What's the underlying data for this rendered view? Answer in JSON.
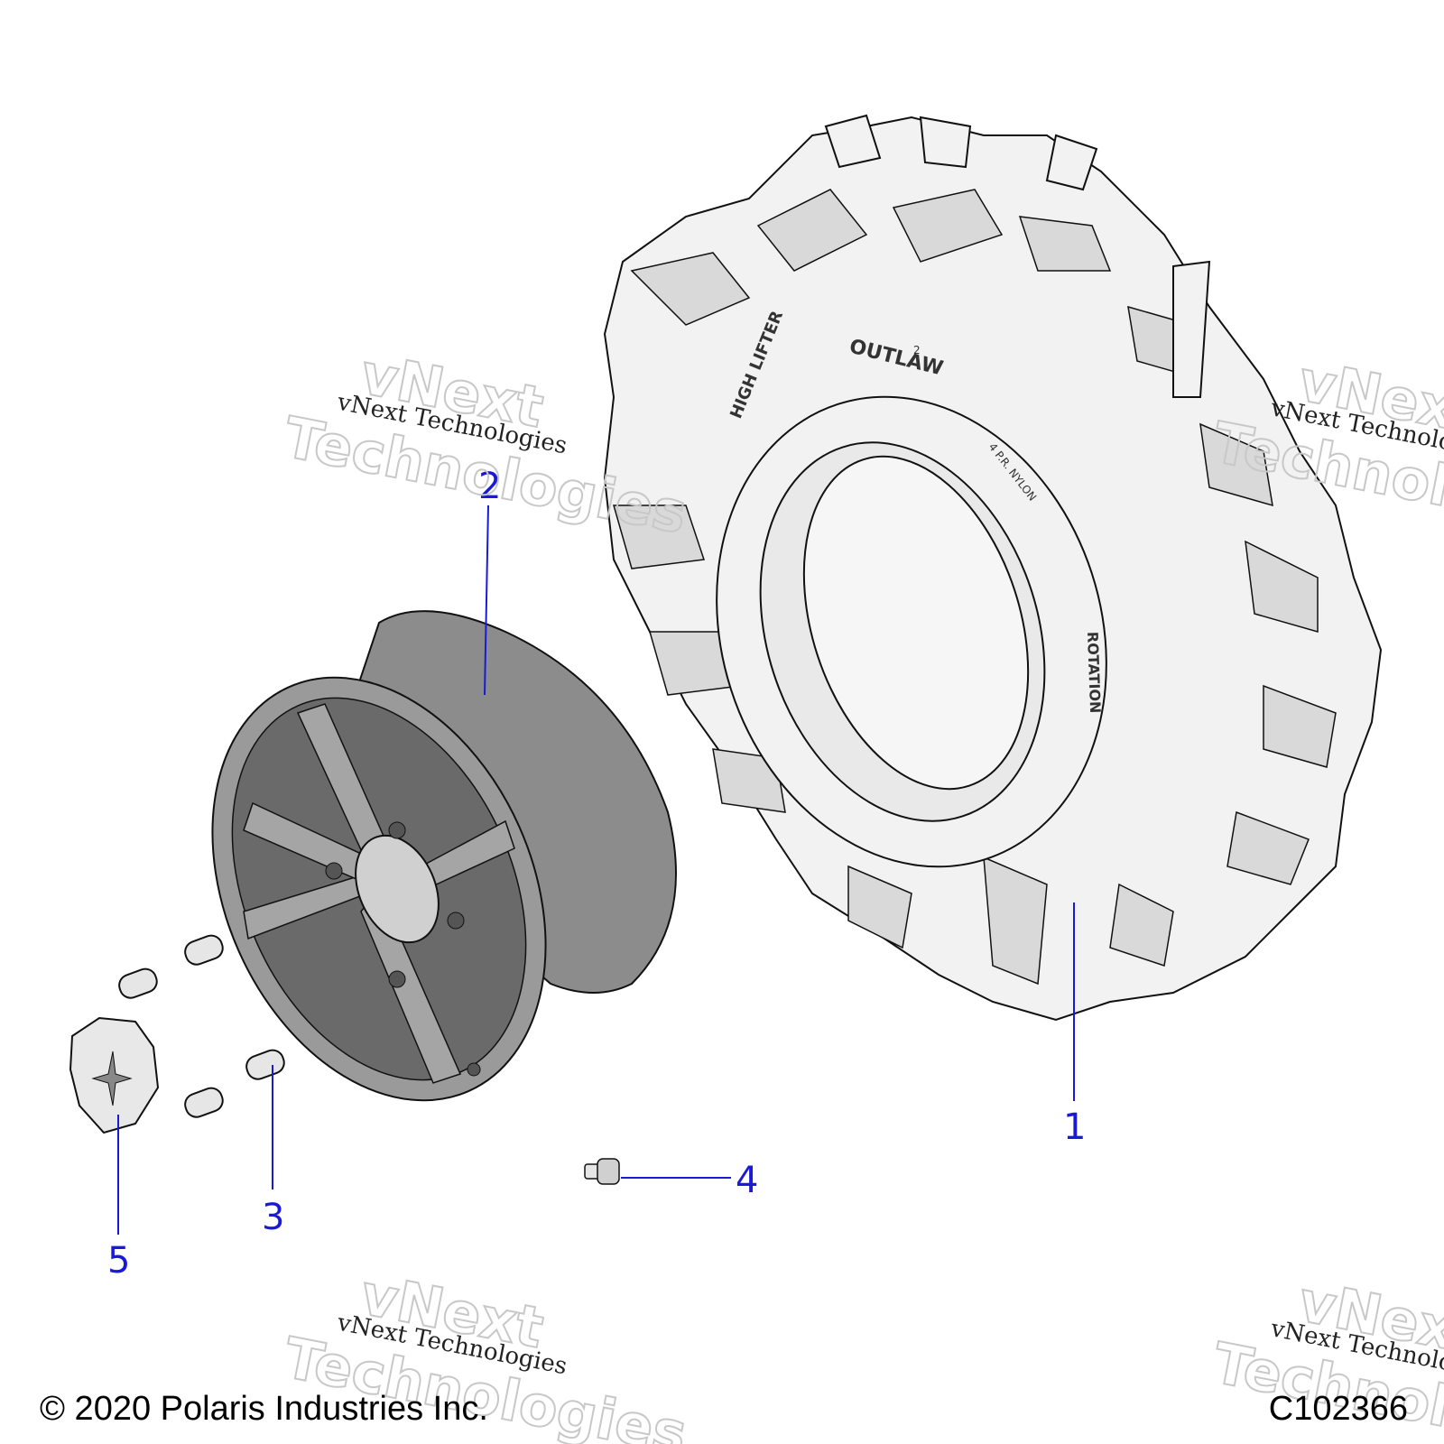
{
  "callouts": [
    {
      "id": "1",
      "label": "1"
    },
    {
      "id": "2",
      "label": "2"
    },
    {
      "id": "3",
      "label": "3"
    },
    {
      "id": "4",
      "label": "4"
    },
    {
      "id": "5",
      "label": "5"
    }
  ],
  "tire_sidewall": {
    "brand": "HIGH LIFTER",
    "model": "OUTLAW",
    "model_superscript": "2",
    "ply": "4 P.R. NYLON",
    "rotation": "ROTATION"
  },
  "watermark": {
    "line": "vNext Technologies",
    "big_top": "vNext",
    "big_bottom": "Technologies"
  },
  "footer": {
    "copyright": "© 2020 Polaris Industries Inc.",
    "figure_code": "C102366"
  },
  "colors": {
    "callout": "#1a1ad6",
    "wheel": "#8c8c8c",
    "tire": "#f2f2f2",
    "outline": "#111111"
  }
}
